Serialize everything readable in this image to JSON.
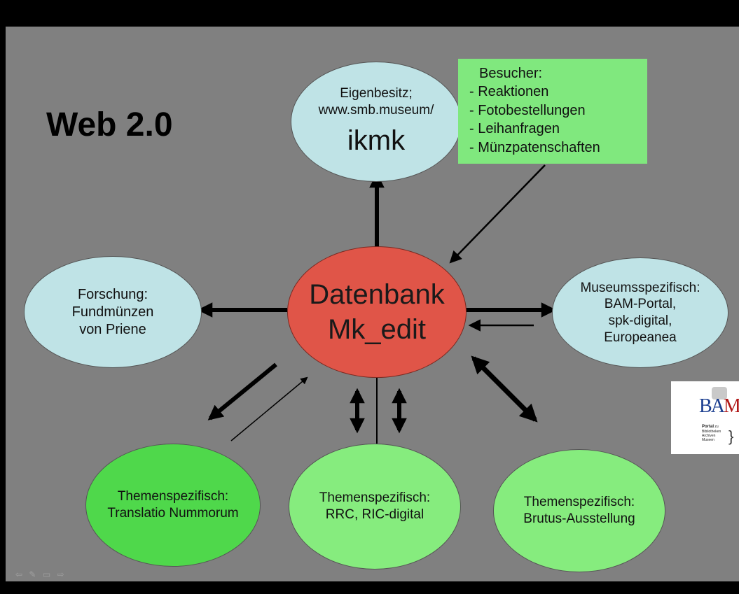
{
  "title": "Web 2.0",
  "center": {
    "line1": "Datenbank",
    "line2": "Mk_edit"
  },
  "top_node": {
    "line1": "Eigenbesitz;",
    "line2": "www.smb.museum/",
    "line3": "ikmk"
  },
  "visitor_box": {
    "heading": "Besucher:",
    "items": [
      "Reaktionen",
      "Fotobestellungen",
      "Leihanfragen",
      "Münzpatenschaften"
    ]
  },
  "left_node": {
    "line1": "Forschung:",
    "line2": "Fundmünzen",
    "line3": "von Priene"
  },
  "right_node": {
    "line1": "Museumsspezifisch:",
    "line2": "BAM-Portal,",
    "line3": "spk-digital,",
    "line4": "Europeanea"
  },
  "bottom_left_node": {
    "line1": "Themenspezifisch:",
    "line2": "Translatio Nummorum"
  },
  "bottom_mid_node": {
    "line1": "Themenspezifisch:",
    "line2": "RRC, RIC-digital"
  },
  "bottom_right_node": {
    "line1": "Themenspezifisch:",
    "line2": "Brutus-Ausstellung"
  },
  "bam_logo": {
    "letters": "BAM",
    "portal": "Portal",
    "zu": "zu",
    "l1": "Bibliotheken",
    "l2": "Archiven",
    "l3": "Museen"
  },
  "nav_icons": [
    "arrow-left-icon",
    "pen-icon",
    "screen-icon",
    "arrow-right-icon"
  ],
  "colors": {
    "background": "#808080",
    "center": "#e05548",
    "light_blue": "#bfe3e6",
    "green_dark": "#4fd84b",
    "green_light": "#86ec7e",
    "box_green": "#80e87e"
  }
}
